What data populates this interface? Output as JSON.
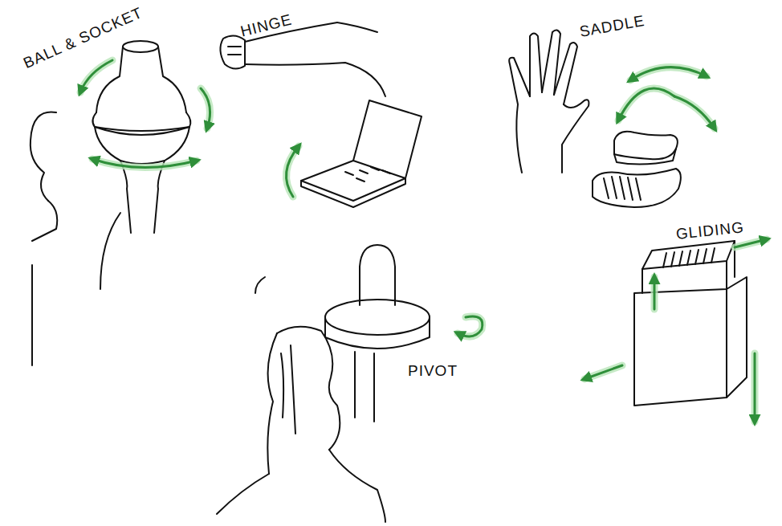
{
  "diagram": {
    "labels": [
      "BALL & SOCKET",
      "HINGE",
      "SADDLE",
      "PIVOT",
      "GLIDING"
    ]
  }
}
